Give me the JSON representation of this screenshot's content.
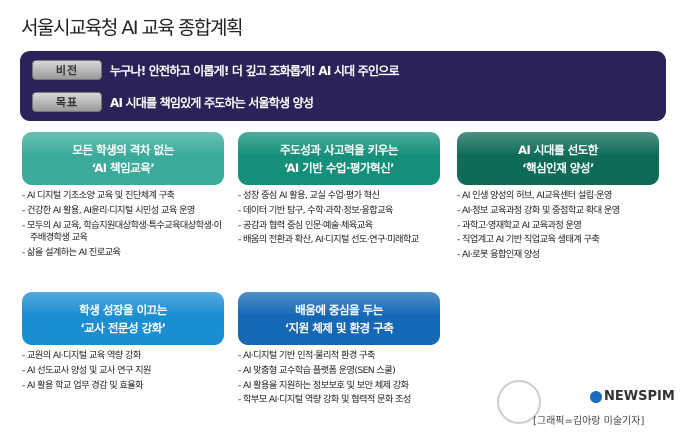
{
  "title": "서울시교육청 AI 교육 종합계획",
  "vision": {
    "label": "비전",
    "text": "누구나! 안전하고 이롭게! 더 깊고 조화롭게! AI 시대 주인으로"
  },
  "goal": {
    "label": "목표",
    "text": "AI 시대를 책임있게 주도하는 서울학생 양성"
  },
  "cards": [
    {
      "line1": "모든 학생의 격차 없는",
      "line2": "‘AI 책임교육’",
      "color": "#3aab9a",
      "items": [
        "AI 디지털 기초소양 교육 및 진단체계 구축",
        "건강한 AI 활용, AI윤리·디지털 시민성 교육 운영",
        "모두의 AI 교육, 학습지원대상학생·특수교육대상학생·이주배경학생 교육",
        "삶을 설계하는 AI 진로교육"
      ]
    },
    {
      "line1": "주도성과 사고력을 키우는",
      "line2": "‘AI 기반 수업·평가혁신’",
      "color": "#14907a",
      "items": [
        "성장 중심 AI 활용, 교실 수업·평가 혁신",
        "데이터 기반 탐구, 수학·과학·정보·융합교육",
        "공감과 협력 중심 인문·예술·체육교육",
        "배움의 전환과 확산, AI·디지털 선도·연구·미래학교"
      ]
    },
    {
      "line1": "AI 시대를 선도한",
      "line2": "‘핵심인재 양성’",
      "color": "#0f6b58",
      "items": [
        "AI 인생 양성의 허브, AI교육센터 설립·운영",
        "AI·정보 교육과정 강화 및 중점학교 확대 운영",
        "과학고·영재학교 AI 교육과정 운영",
        "직업계고 AI 기반 직업교육 생태계 구축",
        "AI·로봇 융합인재 양성"
      ]
    },
    {
      "line1": "학생 성장을 이끄는",
      "line2": "‘교사 전문성 강화’",
      "color": "#1b8ed2",
      "items": [
        "교원의 AI·디지털 교육 역량 강화",
        "AI 선도교사 양성 및 교사 연구 지원",
        "AI 활용 학교 업무 경감 및 효율화"
      ]
    },
    {
      "line1": "배움에 중심을 두는",
      "line2": "‘지원 체제 및 환경 구축",
      "color": "#1568b5",
      "items": [
        "AI·디지털 기반 인적·물리적 환경 구축",
        "AI 맞춤형 교수학습 플랫폼 운영(SEN 스쿨)",
        "AI 활용을 지원하는 정보보호 및 보안 체제 강화",
        "학부모 AI·디지털 역량 강화 및 협력적 문화 조성"
      ]
    }
  ],
  "watermark": {
    "brand": "NEWSPIM",
    "credit": "[그래픽=김아랑 미술기자]"
  }
}
